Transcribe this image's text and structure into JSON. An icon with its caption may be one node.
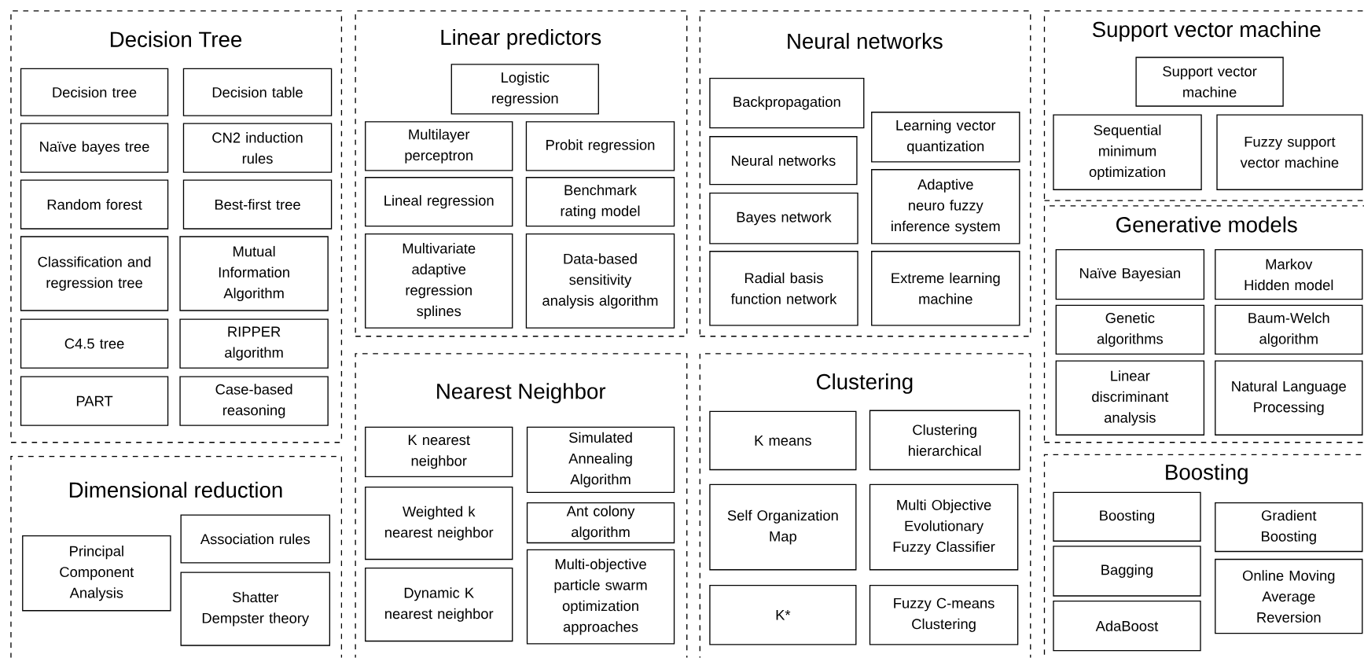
{
  "diagram": {
    "nodes": [
      {
        "text": [
          "Decision Tree"
        ]
      },
      {
        "text": [
          "Decision tree"
        ],
        "in": 0
      },
      {
        "text": [
          "Decision table"
        ],
        "in": 0
      },
      {
        "text": [
          "Naïve bayes tree"
        ],
        "in": 0
      },
      {
        "text": [
          "CN2 induction rules"
        ],
        "in": 0
      },
      {
        "text": [
          "Random forest"
        ],
        "in": 0
      },
      {
        "text": [
          "Best-first tree"
        ],
        "in": 0
      },
      {
        "text": [
          "Classification and regression tree"
        ],
        "in": 0
      },
      {
        "text": [
          "Mutual Information Algorithm"
        ],
        "in": 0
      },
      {
        "text": [
          "C4.5 tree"
        ],
        "in": 0
      },
      {
        "text": [
          "RIPPER algorithm"
        ],
        "in": 0
      },
      {
        "text": [
          "PART"
        ],
        "in": 0
      },
      {
        "text": [
          "Case-based reasoning"
        ],
        "in": 0
      },
      {
        "text": [
          "Dimensional reduction"
        ]
      },
      {
        "text": [
          "Principal Component Analysis"
        ],
        "in": 13
      },
      {
        "text": [
          "Association rules"
        ],
        "in": 13
      },
      {
        "text": [
          "Shatter Dempster theory"
        ],
        "in": 13
      },
      {
        "text": [
          "Linear predictors"
        ]
      },
      {
        "text": [
          "Logistic regression"
        ],
        "in": 17
      },
      {
        "text": [
          "Multilayer perceptron"
        ],
        "in": 17
      },
      {
        "text": [
          "Probit regression"
        ],
        "in": 17
      },
      {
        "text": [
          "Lineal regression"
        ],
        "in": 17
      },
      {
        "text": [
          "Benchmark rating model"
        ],
        "in": 17
      },
      {
        "text": [
          "Multivariate adaptive regression splines"
        ],
        "in": 17
      },
      {
        "text": [
          "Data-based sensitivity analysis algorithm"
        ],
        "in": 17
      },
      {
        "text": [
          "Nearest Neighbor"
        ]
      },
      {
        "text": [
          "K nearest neighbor"
        ],
        "in": 25
      },
      {
        "text": [
          "Simulated Annealing Algorithm"
        ],
        "in": 25
      },
      {
        "text": [
          "Weighted k nearest neighbor"
        ],
        "in": 25
      },
      {
        "text": [
          "Ant colony algorithm"
        ],
        "in": 25
      },
      {
        "text": [
          "Dynamic K nearest neighbor"
        ],
        "in": 25
      },
      {
        "text": [
          "Multi-objective particle swarm optimization approaches"
        ],
        "in": 25
      },
      {
        "text": [
          "Neural networks"
        ]
      },
      {
        "text": [
          "Backpropagation"
        ],
        "in": 32
      },
      {
        "text": [
          "Learning vector quantization"
        ],
        "in": 32
      },
      {
        "text": [
          "Neural networks"
        ],
        "in": 32
      },
      {
        "text": [
          "Adaptive neuro fuzzy inference system"
        ],
        "in": 32
      },
      {
        "text": [
          "Bayes network"
        ],
        "in": 32
      },
      {
        "text": [
          "Radial basis function network"
        ],
        "in": 32
      },
      {
        "text": [
          "Extreme learning machine"
        ],
        "in": 32
      },
      {
        "text": [
          "Clustering"
        ]
      },
      {
        "text": [
          "K means"
        ],
        "in": 40
      },
      {
        "text": [
          "Clustering hierarchical"
        ],
        "in": 40
      },
      {
        "text": [
          "Self Organization Map"
        ],
        "in": 40
      },
      {
        "text": [
          "Multi Objective Evolutionary Fuzzy Classifier"
        ],
        "in": 40
      },
      {
        "text": [
          "K*"
        ],
        "in": 40
      },
      {
        "text": [
          "Fuzzy C-means Clustering"
        ],
        "in": 40
      },
      {
        "text": [
          "Support vector machine"
        ]
      },
      {
        "text": [
          "Support vector machine"
        ],
        "in": 47
      },
      {
        "text": [
          "Sequential minimum optimization"
        ],
        "in": 47
      },
      {
        "text": [
          "Fuzzy support vector machine"
        ],
        "in": 47
      },
      {
        "text": [
          "Generative models"
        ]
      },
      {
        "text": [
          "Naïve Bayesian"
        ],
        "in": 51
      },
      {
        "text": [
          "Markov Hidden model"
        ],
        "in": 51
      },
      {
        "text": [
          "Genetic algorithms"
        ],
        "in": 51
      },
      {
        "text": [
          "Baum-Welch algorithm"
        ],
        "in": 51
      },
      {
        "text": [
          "Linear discriminant analysis"
        ],
        "in": 51
      },
      {
        "text": [
          "Natural Language Processing"
        ],
        "in": 51
      },
      {
        "text": [
          "Boosting"
        ]
      },
      {
        "text": [
          "Boosting"
        ],
        "in": 58
      },
      {
        "text": [
          "Gradient Boosting"
        ],
        "in": 58
      },
      {
        "text": [
          "Bagging"
        ],
        "in": 58
      },
      {
        "text": [
          "Online Moving Average Reversion"
        ],
        "in": 58
      },
      {
        "text": [
          "AdaBoost"
        ],
        "in": 58
      }
    ]
  }
}
